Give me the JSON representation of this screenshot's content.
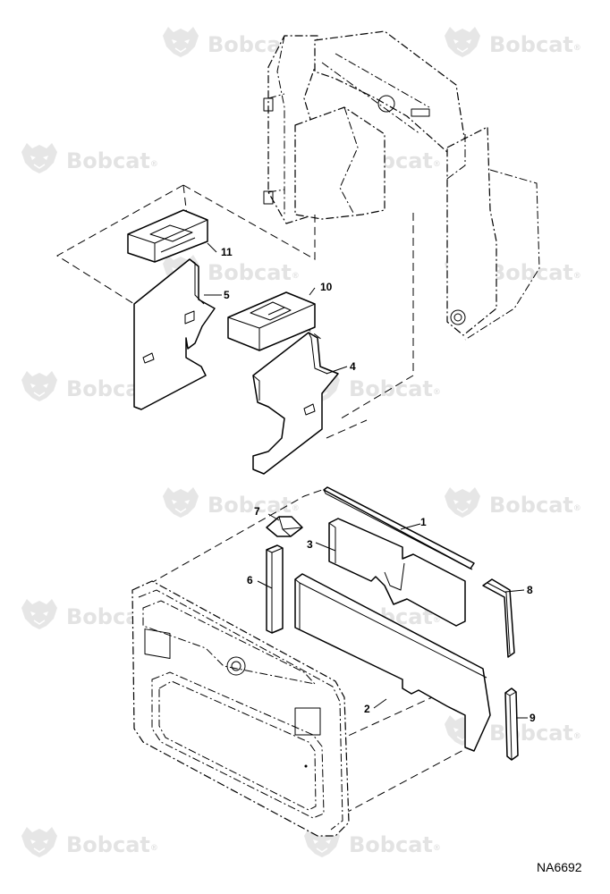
{
  "watermark": {
    "text": "Bobcat",
    "mark": "®",
    "logo_icon": "bobcat-head-logo-icon",
    "color": "#e3e3e3"
  },
  "callouts": [
    {
      "id": "1",
      "label": "1"
    },
    {
      "id": "2",
      "label": "2"
    },
    {
      "id": "3",
      "label": "3"
    },
    {
      "id": "4",
      "label": "4"
    },
    {
      "id": "5",
      "label": "5"
    },
    {
      "id": "6",
      "label": "6"
    },
    {
      "id": "7",
      "label": "7"
    },
    {
      "id": "8",
      "label": "8"
    },
    {
      "id": "9",
      "label": "9"
    },
    {
      "id": "10",
      "label": "10"
    },
    {
      "id": "11",
      "label": "11"
    }
  ],
  "drawing_code": "NA6692",
  "colors": {
    "line": "#000000",
    "shade": "#d9d9d9",
    "background": "#ffffff"
  }
}
